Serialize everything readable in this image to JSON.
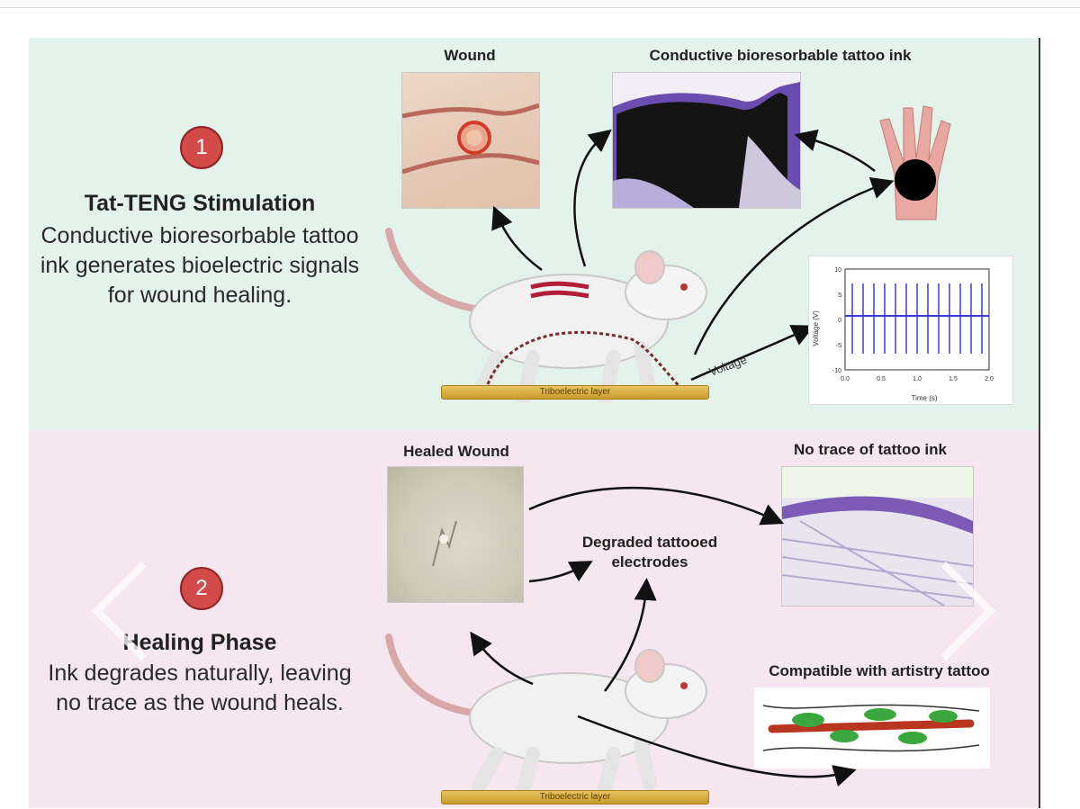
{
  "step1": {
    "number": "1",
    "title": "Tat-TENG Stimulation",
    "description": "Conductive bioresorbable tattoo ink generates bioelectric signals for wound healing."
  },
  "step2": {
    "number": "2",
    "title": "Healing Phase",
    "description": "Ink degrades naturally, leaving no trace as the wound heals."
  },
  "labels": {
    "wound": "Wound",
    "conductive_ink": "Conductive bioresorbable tattoo ink",
    "healed_wound": "Healed Wound",
    "no_trace": "No trace of tattoo ink",
    "degraded": "Degraded tattooed electrodes",
    "compatible": "Compatible with artistry tattoo",
    "voltage": "Voltage",
    "triboelectric_top": "Triboelectric layer",
    "triboelectric_bottom": "Triboelectric layer"
  },
  "chart": {
    "ylabel": "Voltage (V)",
    "xlabel": "Time (s)",
    "yticks": [
      "10",
      "5",
      "0",
      "-5",
      "-10"
    ],
    "xticks": [
      "0.0",
      "0.5",
      "1.0",
      "1.5",
      "2.0"
    ]
  },
  "colors": {
    "top_panel_bg": "#e3f3ec",
    "bottom_panel_bg": "#f6e6ef",
    "badge_red": "#d24a4a",
    "signal_blue": "#3a3ad6"
  },
  "icons": {
    "nav_left": "chevron-left-icon",
    "nav_right": "chevron-right-icon"
  }
}
